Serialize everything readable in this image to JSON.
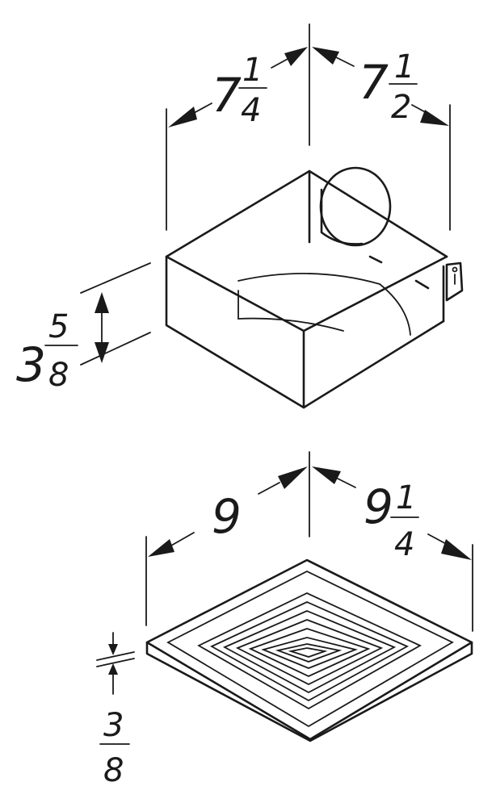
{
  "colors": {
    "ink": "#1a1a1a",
    "paper": "#ffffff"
  },
  "housing": {
    "left_whole": "7",
    "left_num": "1",
    "left_den": "4",
    "right_whole": "7",
    "right_num": "1",
    "right_den": "2",
    "height_whole": "3",
    "height_num": "5",
    "height_den": "8"
  },
  "grille": {
    "left_whole": "9",
    "right_whole": "9",
    "right_num": "1",
    "right_den": "4",
    "depth_num": "3",
    "depth_den": "8"
  }
}
